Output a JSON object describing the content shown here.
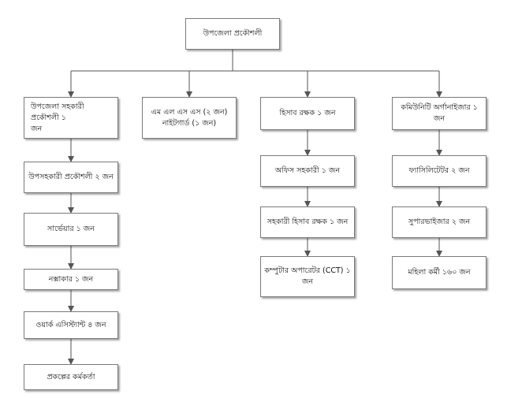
{
  "org_chart": {
    "root": {
      "label": "উপজেলা প্রকৌশলী"
    },
    "columns": [
      {
        "head": {
          "line1": "উপজেলা সহকারী প্রকৌশলী ১",
          "line2": "জন"
        },
        "items": [
          {
            "label": "উপসহকারী প্রকৌশলী ২ জন"
          },
          {
            "label": "সার্ভেয়ার ১ জন"
          },
          {
            "label": "নক্সাকার ১ জন"
          },
          {
            "label": "ওয়ার্ক এসিস্ট্যান্ট ৪ জন"
          },
          {
            "label": "প্রকল্পের কর্মকর্তা"
          }
        ]
      },
      {
        "head": {
          "line1": "এম এল এস এস (২ জন)",
          "line2": "নাইটগার্ড (১ জন)"
        },
        "items": []
      },
      {
        "head": {
          "line1": "হিসাব রক্ষক ১ জন",
          "line2": ""
        },
        "items": [
          {
            "label": "অফিস সহকারী ১ জন"
          },
          {
            "label": "সহকারী হিসাব রক্ষক ১ জন"
          },
          {
            "line1": "কম্পুটার অপারেটর (CCT) ১",
            "line2": "জন"
          }
        ]
      },
      {
        "head": {
          "line1": "কমিউনিটি অর্গানাইজার ১ জন",
          "line2": ""
        },
        "items": [
          {
            "label": "ফ্যাসিলিটেটর ২ জন"
          },
          {
            "label": "সুপারভাইজার ২ জন"
          },
          {
            "label": "মহিলা কর্মী ১৬০ জন"
          }
        ]
      }
    ]
  }
}
